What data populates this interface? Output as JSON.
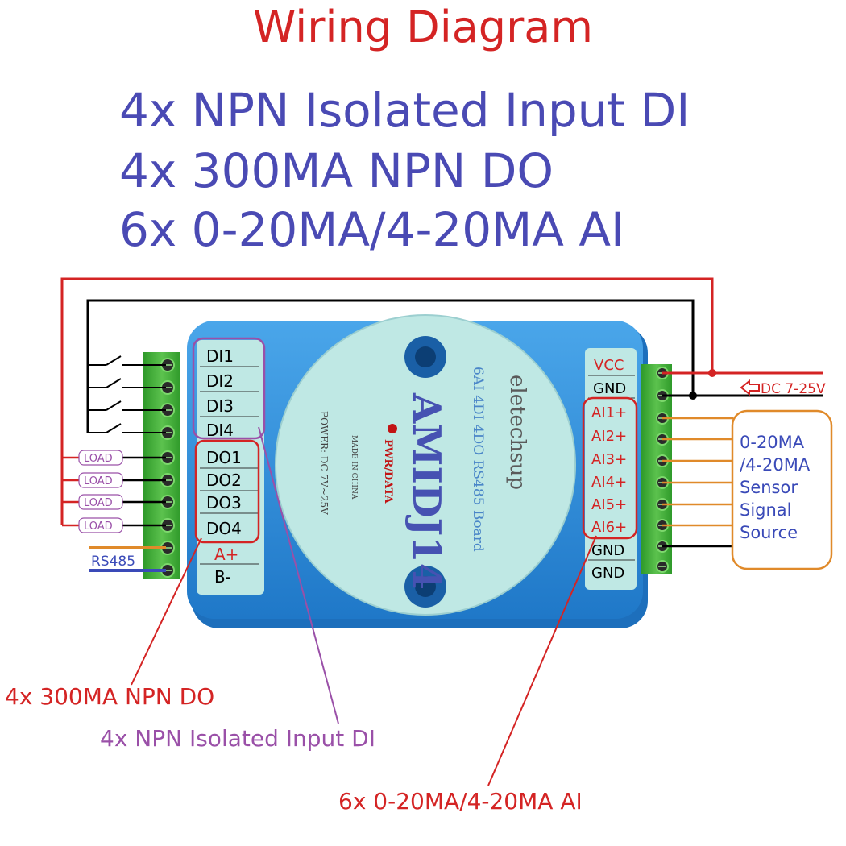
{
  "title": "Wiring Diagram",
  "specs": [
    "4x NPN Isolated Input DI",
    "4x 300MA NPN DO",
    "6x 0-20MA/4-20MA AI"
  ],
  "left_labels": [
    "DI1",
    "DI2",
    "DI3",
    "DI4",
    "DO1",
    "DO2",
    "DO3",
    "DO4",
    "A+",
    "B-"
  ],
  "right_labels": [
    "VCC",
    "GND",
    "AI1+",
    "AI2+",
    "AI3+",
    "AI4+",
    "AI5+",
    "AI6+",
    "GND",
    "GND"
  ],
  "load_label": "LOAD",
  "rs485_label": "RS485",
  "power_label": "DC 7-25V",
  "sensor_box": [
    "0-20MA",
    "/4-20MA",
    "Sensor",
    "Signal",
    "Source"
  ],
  "module": {
    "brand": "eletechsup",
    "model": "AMIDJ14",
    "subtitle": "6AI 4DI 4DO RS485 Board",
    "power": "POWER: DC 7V~25V",
    "made_in": "MADE IN CHINA",
    "led_label": "PWR/DATA"
  },
  "callouts": {
    "do": "4x 300MA NPN DO",
    "di": "4x NPN Isolated Input DI",
    "ai": "6x 0-20MA/4-20MA AI"
  },
  "colors": {
    "title_red": "#d42424",
    "spec_blue": "#4a4ab4",
    "wire_red": "#d42424",
    "wire_black": "#000000",
    "wire_orange": "#e08a2a",
    "wire_blue": "#3a4ab8",
    "module_blue": "#2e8fdc",
    "panel_cyan": "#bfe8e4",
    "terminal_green": "#3aa832",
    "callout_purple": "#9a50a8"
  }
}
